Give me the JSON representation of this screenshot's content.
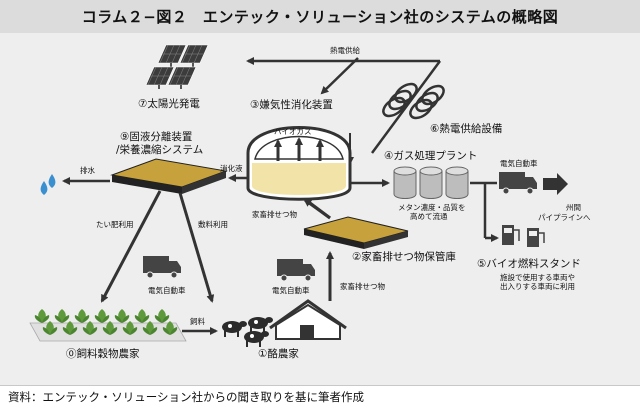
{
  "title": "コラム２−図２　エンテック・ソリューション社のシステムの概略図",
  "source": "資料：エンテック・ソリューション社からの聞き取りを基に筆者作成",
  "labels": {
    "solar": "⑦太陽光発電",
    "digester": "③嫌気性消化装置",
    "heat_supply": "⑥熱電供給設備",
    "separator_line1": "⑨固液分離装置",
    "separator_line2": "/栄養濃縮システム",
    "gas_plant": "④ガス処理プラント",
    "storage": "②家畜排せつ物保管庫",
    "fuel_station": "⑤バイオ燃料スタンド",
    "feed_farm": "⓪飼料穀物農家",
    "dairy_farm": "①酪農家"
  },
  "flow_labels": {
    "heat_power": "熱電供給",
    "biogas": "バイオガス",
    "drainage": "排水",
    "digestate": "消化液",
    "manure_to_digester": "家畜排せつ物",
    "manure_from_dairy": "家畜排せつ物",
    "compost_use": "たい肥利用",
    "feed_use": "敷料利用",
    "feed": "飼料",
    "truck_left": "電気自動車",
    "truck_mid": "電気自動車",
    "truck_right": "電気自動車",
    "methane_line1": "メタン濃度・品質を",
    "methane_line2": "高めて流通",
    "pipeline_line1": "州間",
    "pipeline_line2": "パイプラインへ",
    "station_line1": "施設で使用する車両や",
    "station_line2": "出入りする車両に利用"
  },
  "colors": {
    "title_bg": "#dcdcdc",
    "panel_bg": "#eeeeee",
    "tank_fill": "#f2e4a8",
    "lagoon": "#c6a13c",
    "water_drop": "#3a8fd0",
    "plants": "#5e9a3c",
    "arrow": "#333333"
  }
}
